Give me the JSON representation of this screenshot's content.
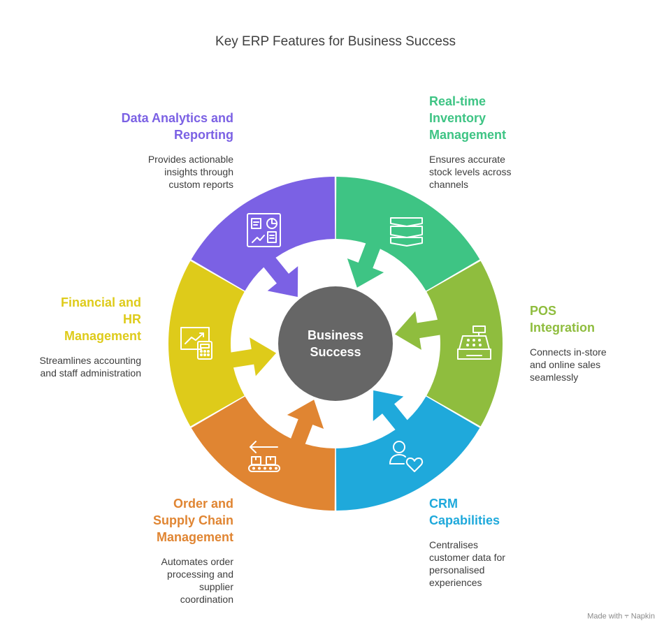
{
  "title": "Key ERP Features for Business Success",
  "center": {
    "line1": "Business",
    "line2": "Success",
    "color": "#666666"
  },
  "features": {
    "data_analytics": {
      "title": "Data Analytics and Reporting",
      "description": "Provides actionable insights through custom reports",
      "color": "#7b61e4",
      "icon": "dashboard-icon"
    },
    "inventory": {
      "title": "Real-time Inventory Management",
      "description": "Ensures accurate stock levels across channels",
      "color": "#3ec484",
      "icon": "stacked-layers-icon"
    },
    "pos": {
      "title": "POS Integration",
      "description": "Connects in-store and online sales seamlessly",
      "color": "#8fbd3e",
      "icon": "cash-register-icon"
    },
    "crm": {
      "title": "CRM Capabilities",
      "description": "Centralises customer data for personalised experiences",
      "color": "#1fa9db",
      "icon": "customer-heart-icon"
    },
    "order_supply": {
      "title": "Order and Supply Chain Management",
      "description": "Automates order processing and supplier coordination",
      "color": "#e08532",
      "icon": "conveyor-icon"
    },
    "financial_hr": {
      "title": "Financial and HR Management",
      "description": "Streamlines accounting and staff administration",
      "color": "#decb1a",
      "icon": "calculator-chart-icon"
    }
  },
  "footer": {
    "text": "Made with",
    "brand": "Napkin"
  }
}
